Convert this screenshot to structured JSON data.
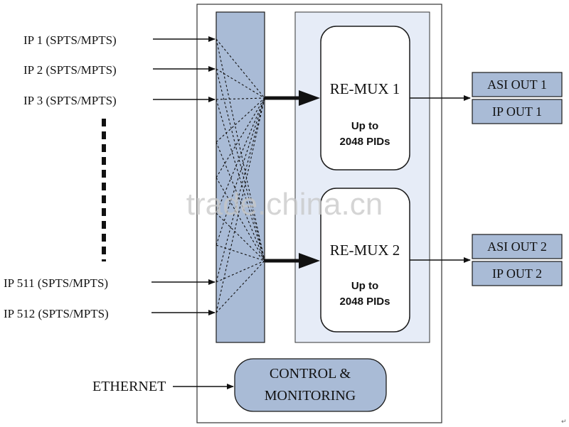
{
  "inputs": [
    "IP 1 (SPTS/MPTS)",
    "IP 2 (SPTS/MPTS)",
    "IP 3 (SPTS/MPTS)",
    "IP 511 (SPTS/MPTS)",
    "IP 512 (SPTS/MPTS)"
  ],
  "remux": [
    {
      "title": "RE-MUX 1",
      "pids_line1": "Up to",
      "pids_line2": "2048 PIDs"
    },
    {
      "title": "RE-MUX 2",
      "pids_line1": "Up to",
      "pids_line2": "2048 PIDs"
    }
  ],
  "outputs": [
    {
      "asi": "ASI OUT 1",
      "ip": "IP OUT 1"
    },
    {
      "asi": "ASI OUT 2",
      "ip": "IP OUT 2"
    }
  ],
  "ethernet": "ETHERNET",
  "control": {
    "line1": "CONTROL &",
    "line2": "MONITORING"
  },
  "watermark": "trade.china.cn",
  "corner_mark": "↵",
  "colors": {
    "box_fill": "#a9bbd6",
    "panel_fill": "#e6ecf7",
    "line": "#111111"
  }
}
